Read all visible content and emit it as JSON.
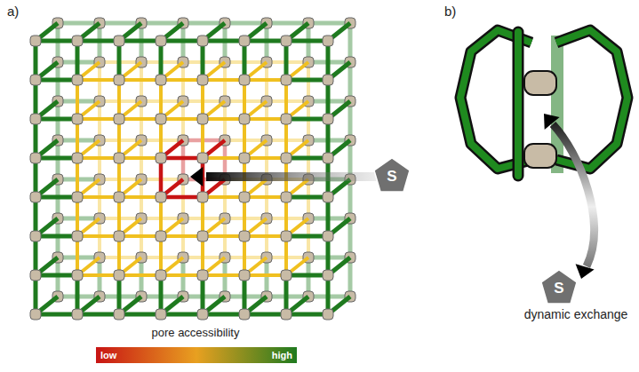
{
  "diagram": {
    "nodes": [
      {
        "text": [
          "S"
        ]
      },
      {
        "text": [
          "S"
        ]
      }
    ],
    "labels": [
      "a)",
      "b)",
      "pore accessibility",
      "dynamic exchange"
    ],
    "legend": [
      {
        "text": "low",
        "color": "#c81414"
      },
      {
        "text": "high",
        "color": "#1f7a1f"
      }
    ]
  }
}
